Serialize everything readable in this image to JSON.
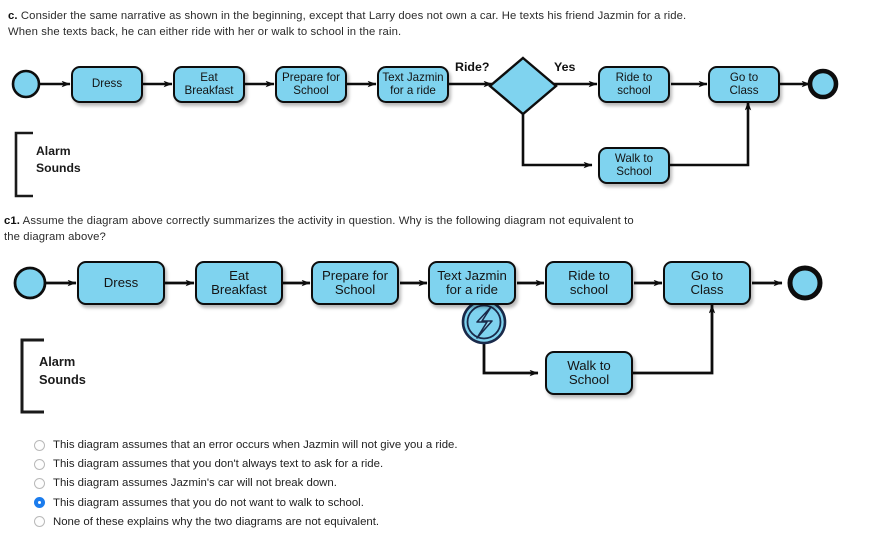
{
  "question_c": {
    "marker": "c.",
    "text": " Consider the same narrative as shown in the beginning, except that Larry does not own a car. He texts his friend Jazmin for a ride. When she texts back, he can either ride with her or walk to school in the rain."
  },
  "question_c1": {
    "marker": "c1.",
    "text": " Assume the diagram above correctly summarizes the activity in question. Why is the following diagram not equivalent to the diagram above?"
  },
  "diagram_1": {
    "name": "activity-diagram-with-decision",
    "start_node": "start-node",
    "end_node": "end-node",
    "nodes": [
      {
        "id": "dress",
        "label": "Dress"
      },
      {
        "id": "eat-breakfast",
        "label": "Eat\nBreakfast"
      },
      {
        "id": "prepare-for-school",
        "label": "Prepare for\nSchool"
      },
      {
        "id": "text-jazmin",
        "label": "Text Jazmin\nfor a ride"
      },
      {
        "id": "ride-to-school",
        "label": "Ride to\nschool"
      },
      {
        "id": "walk-to-school",
        "label": "Walk to\nSchool"
      },
      {
        "id": "go-to-class",
        "label": "Go to\nClass"
      }
    ],
    "decision": {
      "id": "ride-decision",
      "shape": "diamond"
    },
    "edge_labels": {
      "before_decision": "Ride?",
      "yes_branch": "Yes"
    },
    "bracket_label": "Alarm\nSounds"
  },
  "diagram_2": {
    "name": "activity-diagram-with-error-event",
    "start_node": "start-node",
    "end_node": "end-node",
    "nodes": [
      {
        "id": "dress",
        "label": "Dress"
      },
      {
        "id": "eat-breakfast",
        "label": "Eat\nBreakfast"
      },
      {
        "id": "prepare-for-school",
        "label": "Prepare for\nSchool"
      },
      {
        "id": "text-jazmin",
        "label": "Text Jazmin\nfor a ride"
      },
      {
        "id": "ride-to-school",
        "label": "Ride to\nschool"
      },
      {
        "id": "walk-to-school",
        "label": "Walk to\nSchool"
      },
      {
        "id": "go-to-class",
        "label": "Go to\nClass"
      }
    ],
    "error_event": {
      "id": "error-event",
      "glyph": "lightning-bolt"
    },
    "bracket_label": "Alarm\nSounds"
  },
  "answers": {
    "selected_index": 3,
    "options": [
      "This diagram assumes that an error occurs when Jazmin will not give you a ride.",
      "This diagram assumes that you don't always text to ask for a ride.",
      "This diagram assumes Jazmin's car will not break down.",
      "This diagram assumes that you do not want to walk to school.",
      "None of these explains why the two diagrams are not equivalent."
    ]
  },
  "colors": {
    "node_fill": "#7fd3ef",
    "stroke": "#0d0d0d",
    "radio_selected": "#1b7ced",
    "text": "#1b1b1b"
  }
}
